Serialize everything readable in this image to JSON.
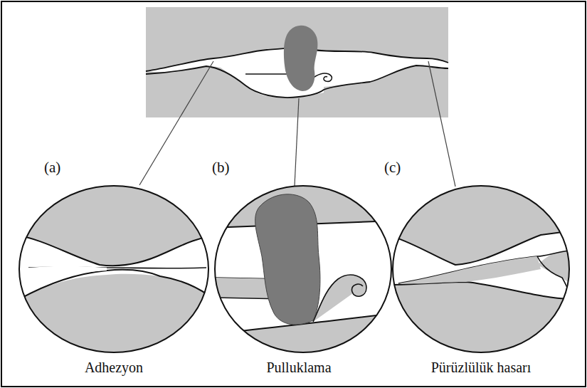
{
  "diagram": {
    "labels": [
      "(a)",
      "(b)",
      "(c)",
      "Adhezyon",
      "Pulluklama",
      "Pürüzlülük hasarı"
    ]
  }
}
